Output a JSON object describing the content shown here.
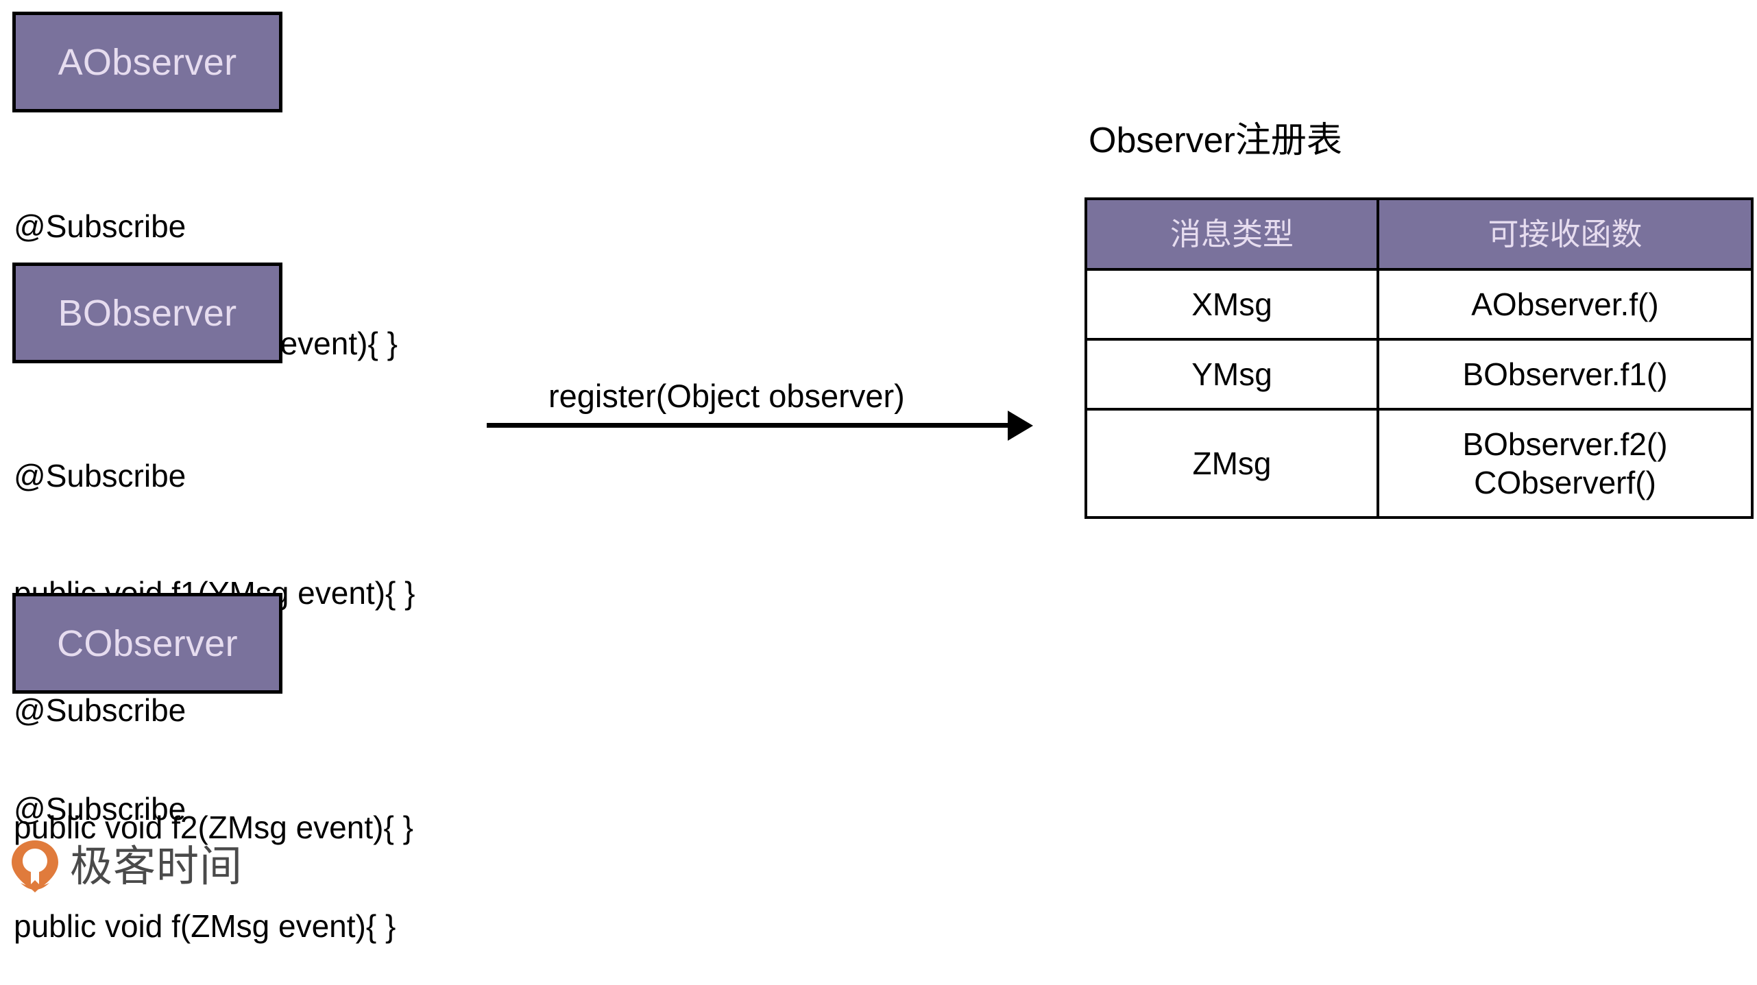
{
  "observers": [
    {
      "name": "AObserver",
      "code": [
        "@Subscribe",
        "public void f(XMsg event){ }"
      ]
    },
    {
      "name": "BObserver",
      "code": [
        "@Subscribe",
        "public void f1(YMsg event){ }",
        "@Subscribe",
        "public void f2(ZMsg event){ }"
      ]
    },
    {
      "name": "CObserver",
      "code": [
        "@Subscribe",
        "public void f(ZMsg event){ }"
      ]
    }
  ],
  "arrow": {
    "label": "register(Object observer)"
  },
  "registry": {
    "title": "Observer注册表",
    "columns": [
      "消息类型",
      "可接收函数"
    ],
    "rows": [
      {
        "type": "XMsg",
        "functions": [
          "AObserver.f()"
        ]
      },
      {
        "type": "YMsg",
        "functions": [
          "BObserver.f1()"
        ]
      },
      {
        "type": "ZMsg",
        "functions": [
          "BObserver.f2()",
          "CObserverf()"
        ]
      }
    ]
  },
  "logo": {
    "text": "极客时间",
    "mark_color": "#e07b3c",
    "text_color": "#4a4a4a"
  },
  "colors": {
    "box_fill": "#7a729c",
    "box_text": "#e6dcef",
    "border": "#000000",
    "background": "#ffffff"
  }
}
